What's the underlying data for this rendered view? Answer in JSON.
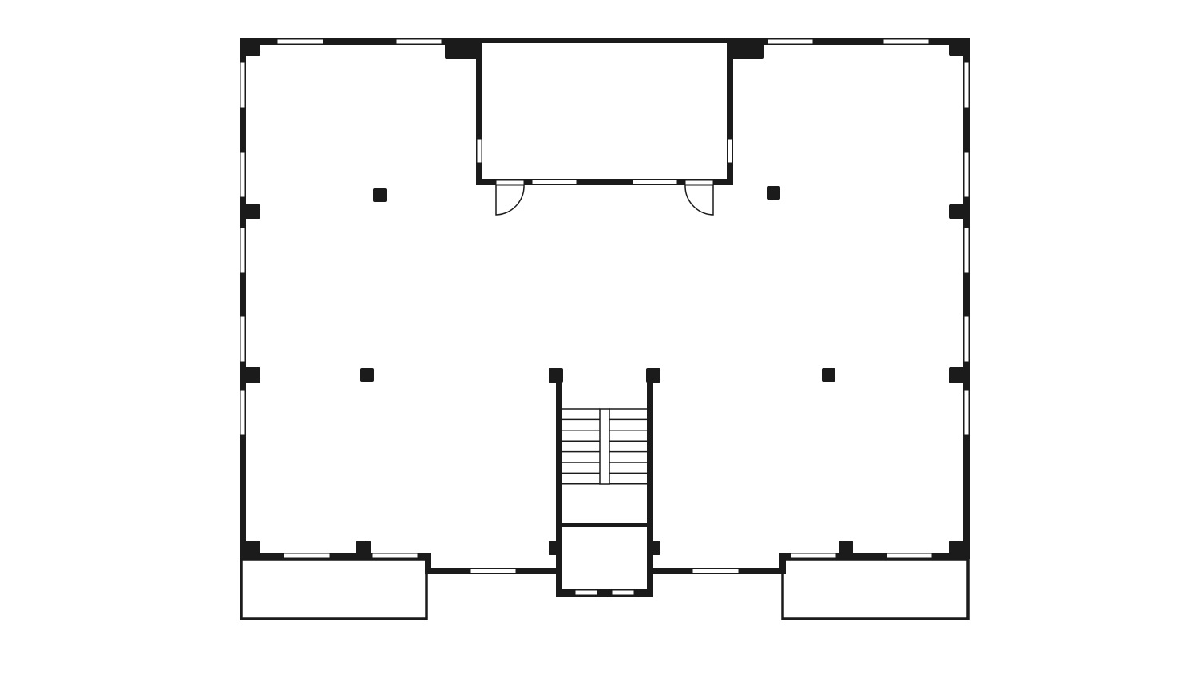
{
  "plan": {
    "colors": {
      "wall": "#1b1b1b",
      "background": "#ffffff",
      "window": "#ffffff"
    },
    "rooms": [
      "main-hall",
      "top-center-room",
      "stairwell",
      "left-balcony",
      "right-balcony"
    ],
    "column_count": 4,
    "door_count": 2,
    "stair_treads_per_flight": 7
  }
}
